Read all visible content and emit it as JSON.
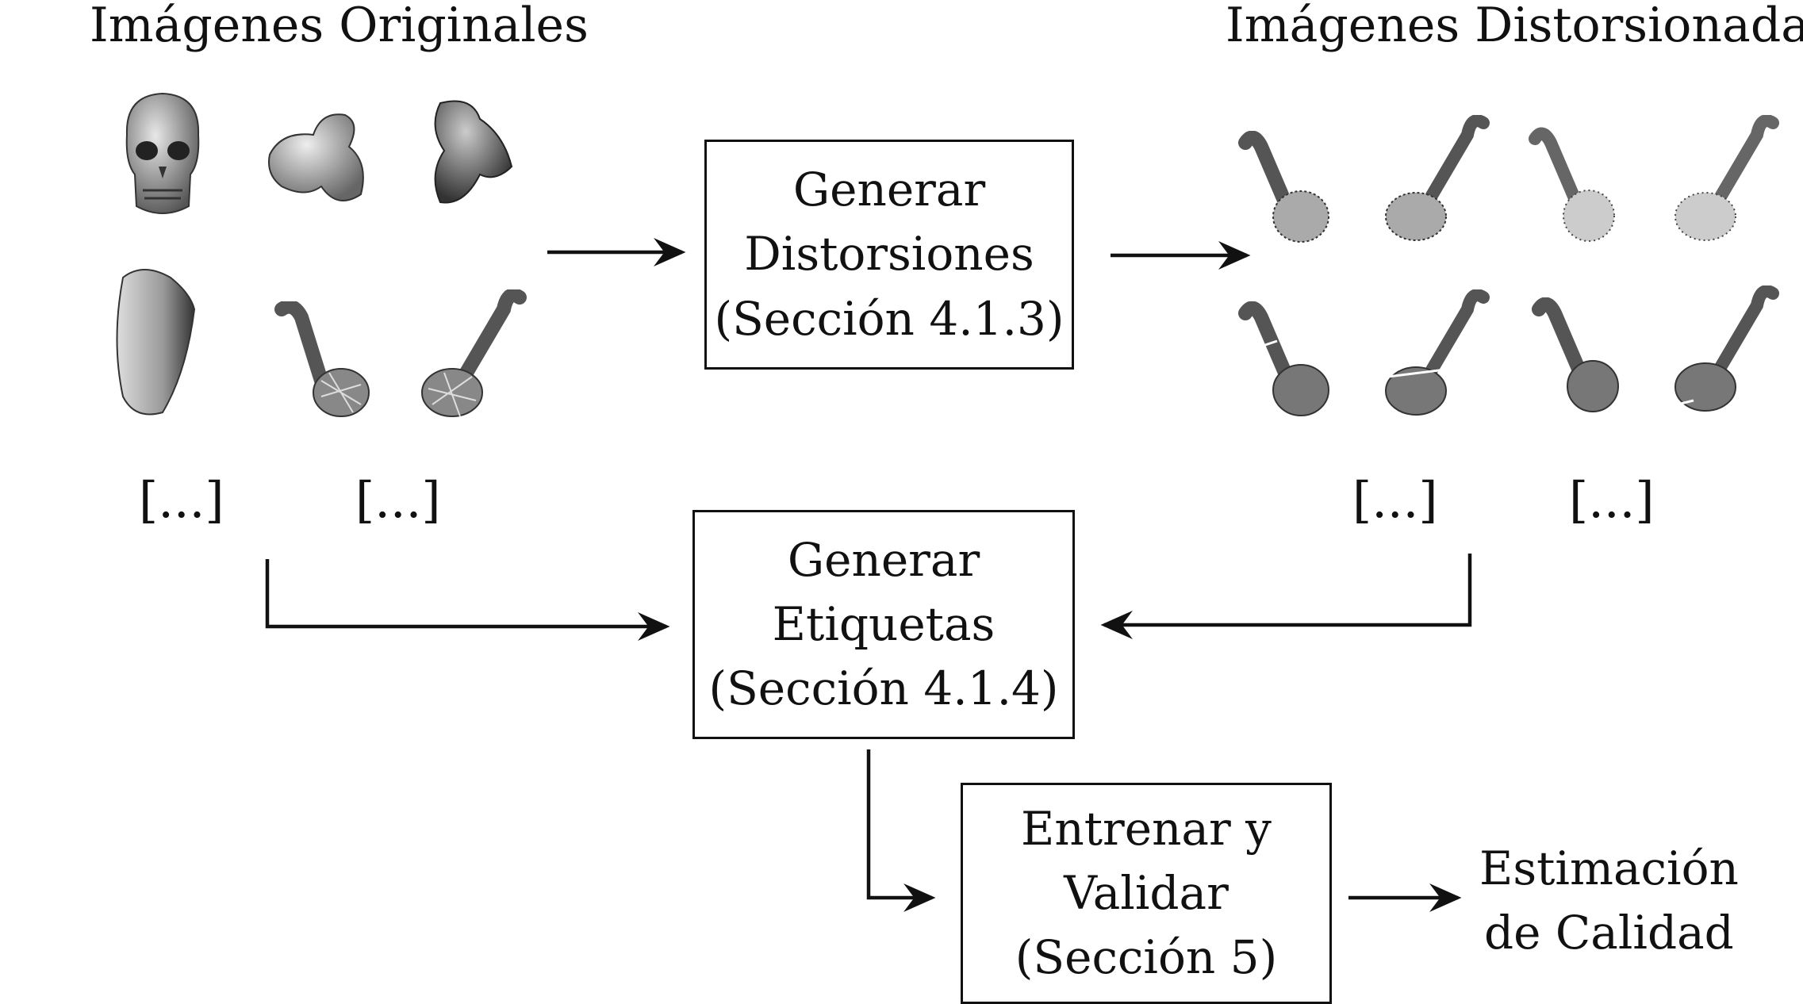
{
  "headings": {
    "original": "Imágenes Originales",
    "distorted": "Imágenes Distorsionadas"
  },
  "boxes": {
    "distortions": {
      "line1": "Generar",
      "line2": "Distorsiones",
      "line3": "(Sección 4.1.3)"
    },
    "labels": {
      "line1": "Generar",
      "line2": "Etiquetas",
      "line3": "(Sección 4.1.4)"
    },
    "train": {
      "line1": "Entrenar y",
      "line2": "Validar",
      "line3": "(Sección 5)"
    }
  },
  "ellipses": [
    "[...]",
    "[...]",
    "[...]",
    "[...]"
  ],
  "result": {
    "line1": "Estimación",
    "line2": "de Calidad"
  },
  "thumbnails": {
    "original": [
      "skull",
      "bone-fragment",
      "bone-fragment",
      "bone-slab",
      "femur-meshed",
      "femur-meshed"
    ],
    "distorted": [
      "femur-dotted",
      "femur-dotted",
      "femur-speckled",
      "femur-speckled",
      "femur-cut",
      "femur-cut",
      "femur-cut",
      "femur-cut"
    ]
  }
}
